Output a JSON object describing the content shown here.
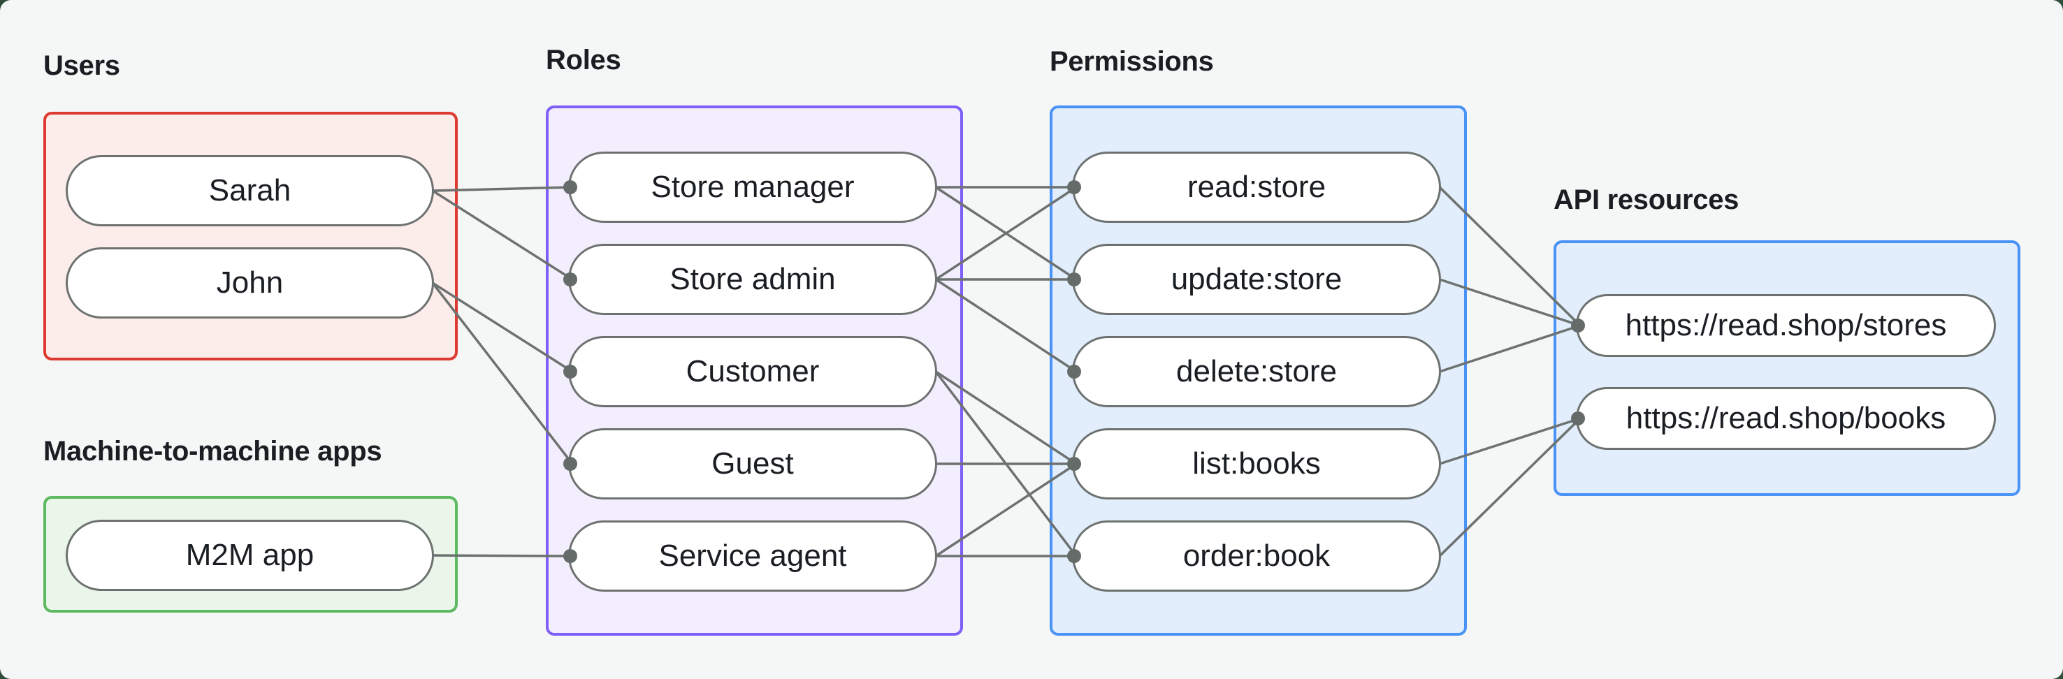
{
  "diagram": {
    "surface_background": "#f5f7f6",
    "corner_background": "#2f4e3c",
    "edge_color": "#6d7270",
    "dot_color": "#656b68",
    "pill_fill": "#ffffff",
    "pill_border": "#6d7270",
    "text_color": "#1a1e22",
    "groups": [
      {
        "id": "users",
        "label": "Users",
        "border": "#dd3b31",
        "fill": "#fcecea",
        "items": [
          {
            "id": "sarah",
            "label": "Sarah"
          },
          {
            "id": "john",
            "label": "John"
          }
        ]
      },
      {
        "id": "m2m",
        "label": "Machine-to-machine apps",
        "border": "#5dba60",
        "fill": "#e9f6e9",
        "items": [
          {
            "id": "m2m-app",
            "label": "M2M app"
          }
        ]
      },
      {
        "id": "roles",
        "label": "Roles",
        "border": "#7e5ff7",
        "fill": "#f3eefe",
        "items": [
          {
            "id": "store-manager",
            "label": "Store manager"
          },
          {
            "id": "store-admin",
            "label": "Store admin"
          },
          {
            "id": "customer",
            "label": "Customer"
          },
          {
            "id": "guest",
            "label": "Guest"
          },
          {
            "id": "service-agent",
            "label": "Service agent"
          }
        ]
      },
      {
        "id": "permissions",
        "label": "Permissions",
        "border": "#4a93f6",
        "fill": "#e2eefc",
        "items": [
          {
            "id": "read-store",
            "label": "read:store"
          },
          {
            "id": "update-store",
            "label": "update:store"
          },
          {
            "id": "delete-store",
            "label": "delete:store"
          },
          {
            "id": "list-books",
            "label": "list:books"
          },
          {
            "id": "order-book",
            "label": "order:book"
          }
        ]
      },
      {
        "id": "api",
        "label": "API resources",
        "border": "#4a93f6",
        "fill": "#e2eefc",
        "items": [
          {
            "id": "stores",
            "label": "https://read.shop/stores"
          },
          {
            "id": "books",
            "label": "https://read.shop/books"
          }
        ]
      }
    ],
    "edges": [
      [
        "sarah",
        "store-manager"
      ],
      [
        "sarah",
        "store-admin"
      ],
      [
        "john",
        "customer"
      ],
      [
        "john",
        "guest"
      ],
      [
        "m2m-app",
        "service-agent"
      ],
      [
        "store-manager",
        "read-store"
      ],
      [
        "store-manager",
        "update-store"
      ],
      [
        "store-admin",
        "read-store"
      ],
      [
        "store-admin",
        "update-store"
      ],
      [
        "store-admin",
        "delete-store"
      ],
      [
        "customer",
        "list-books"
      ],
      [
        "customer",
        "order-book"
      ],
      [
        "guest",
        "list-books"
      ],
      [
        "service-agent",
        "list-books"
      ],
      [
        "service-agent",
        "order-book"
      ],
      [
        "read-store",
        "stores"
      ],
      [
        "update-store",
        "stores"
      ],
      [
        "delete-store",
        "stores"
      ],
      [
        "list-books",
        "books"
      ],
      [
        "order-book",
        "books"
      ]
    ]
  }
}
